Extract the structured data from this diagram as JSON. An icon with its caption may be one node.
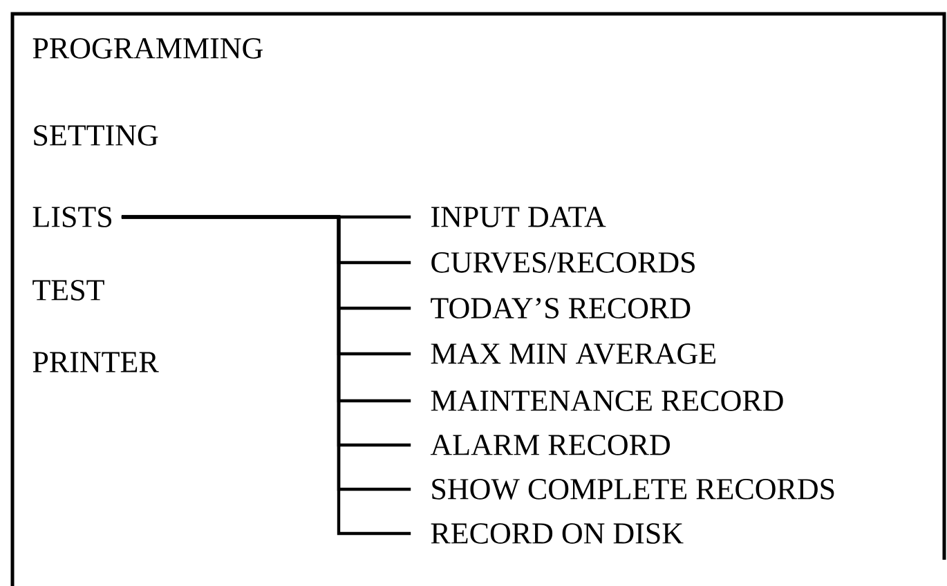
{
  "diagram": {
    "nodes": [
      {
        "text": [
          "PROGRAMMING"
        ]
      },
      {
        "text": [
          "SETTING"
        ]
      },
      {
        "text": [
          "LISTS"
        ]
      },
      {
        "text": [
          "TEST"
        ]
      },
      {
        "text": [
          "PRINTER"
        ]
      },
      {
        "text": [
          "INPUT DATA"
        ]
      },
      {
        "text": [
          "CURVES/RECORDS"
        ]
      },
      {
        "text": [
          "TODAY’S RECORD"
        ]
      },
      {
        "text": [
          "MAX MIN AVERAGE"
        ]
      },
      {
        "text": [
          "MAINTENANCE RECORD"
        ]
      },
      {
        "text": [
          "ALARM RECORD"
        ]
      },
      {
        "text": [
          "SHOW COMPLETE RECORDS"
        ]
      },
      {
        "text": [
          "RECORD ON DISK"
        ]
      }
    ],
    "edges": [
      {
        "from": 2,
        "to": 5,
        "arrow": "none"
      },
      {
        "from": 2,
        "to": 6,
        "arrow": "none"
      },
      {
        "from": 2,
        "to": 7,
        "arrow": "none"
      },
      {
        "from": 2,
        "to": 8,
        "arrow": "none"
      },
      {
        "from": 2,
        "to": 9,
        "arrow": "none"
      },
      {
        "from": 2,
        "to": 10,
        "arrow": "none"
      },
      {
        "from": 2,
        "to": 11,
        "arrow": "none"
      },
      {
        "from": 2,
        "to": 12,
        "arrow": "none"
      }
    ]
  }
}
